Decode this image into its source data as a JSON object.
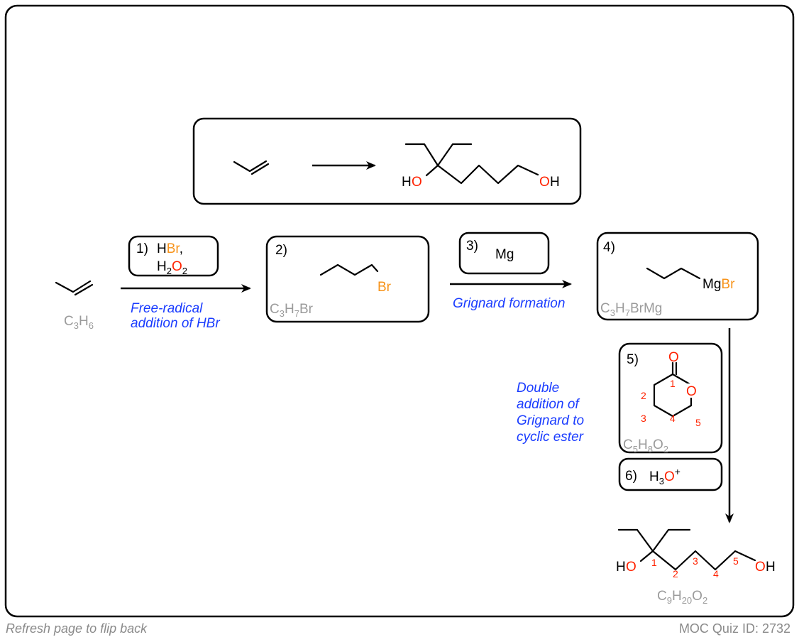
{
  "target": {
    "start_label": "",
    "product_ho_left": "H",
    "product_o_left": "O",
    "product_o_right": "O",
    "product_h_right": "H"
  },
  "start": {
    "formula_c": "C",
    "formula_c_sub": "3",
    "formula_h": "H",
    "formula_h_sub": "6"
  },
  "step1": {
    "number": "1)",
    "reagent_h": "H",
    "reagent_br": "Br",
    "reagent_comma": ",",
    "h2o2_h": "H",
    "h2o2_2a": "2",
    "h2o2_o": "O",
    "h2o2_2b": "2",
    "note_line1": "Free-radical",
    "note_line2": "addition of HBr"
  },
  "step2": {
    "number": "2)",
    "atom_br": "Br",
    "formula": {
      "c": "C",
      "c_sub": "3",
      "h": "H",
      "h_sub": "7",
      "rest": "Br"
    }
  },
  "step3": {
    "number": "3)",
    "reagent": "Mg",
    "note": "Grignard formation"
  },
  "step4": {
    "number": "4)",
    "atom_mg": "Mg",
    "atom_br": "Br",
    "formula": {
      "c": "C",
      "c_sub": "3",
      "h": "H",
      "h_sub": "7",
      "rest": "BrMg"
    }
  },
  "step5": {
    "number": "5)",
    "atom_o_carbonyl": "O",
    "atom_o_ring": "O",
    "ring_numbers": [
      "1",
      "2",
      "3",
      "4",
      "5"
    ],
    "formula": {
      "c": "C",
      "c_sub": "5",
      "h": "H",
      "h_sub": "8",
      "o": "O",
      "o_sub": "2"
    },
    "note_lines": [
      "Double",
      "addition of",
      "Grignard to",
      "cyclic ester"
    ]
  },
  "step6": {
    "number": "6)",
    "h": "H",
    "sub3": "3",
    "o": "O",
    "plus": "+"
  },
  "final_product": {
    "ho_h": "H",
    "ho_o": "O",
    "oh_o": "O",
    "oh_h": "H",
    "chain_numbers": [
      "1",
      "2",
      "3",
      "4",
      "5"
    ],
    "formula": {
      "c": "C",
      "c_sub": "9",
      "h": "H",
      "h_sub": "20",
      "o": "O",
      "o_sub": "2"
    }
  },
  "footer": {
    "left": "Refresh page to flip back",
    "right": "MOC Quiz ID: 2732"
  }
}
